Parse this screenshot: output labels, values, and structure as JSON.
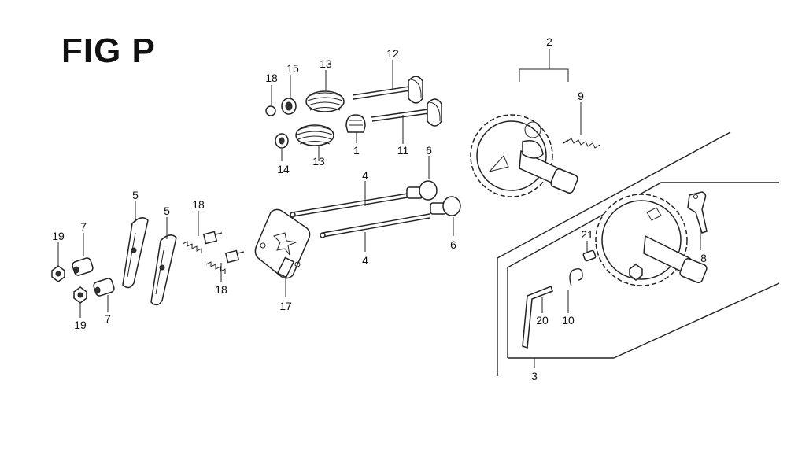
{
  "figure": {
    "title": "FIG P"
  },
  "callouts": [
    {
      "id": "c18a",
      "label": "18"
    },
    {
      "id": "c15",
      "label": "15"
    },
    {
      "id": "c13a",
      "label": "13"
    },
    {
      "id": "c12",
      "label": "12"
    },
    {
      "id": "c14",
      "label": "14"
    },
    {
      "id": "c13b",
      "label": "13"
    },
    {
      "id": "c1",
      "label": "1"
    },
    {
      "id": "c11",
      "label": "11"
    },
    {
      "id": "c2",
      "label": "2"
    },
    {
      "id": "c9",
      "label": "9"
    },
    {
      "id": "c6a",
      "label": "6"
    },
    {
      "id": "c4a",
      "label": "4"
    },
    {
      "id": "c6b",
      "label": "6"
    },
    {
      "id": "c4b",
      "label": "4"
    },
    {
      "id": "c5a",
      "label": "5"
    },
    {
      "id": "c5b",
      "label": "5"
    },
    {
      "id": "c18b",
      "label": "18"
    },
    {
      "id": "c18c",
      "label": "18"
    },
    {
      "id": "c19a",
      "label": "19"
    },
    {
      "id": "c7a",
      "label": "7"
    },
    {
      "id": "c19b",
      "label": "19"
    },
    {
      "id": "c7b",
      "label": "7"
    },
    {
      "id": "c17",
      "label": "17"
    },
    {
      "id": "c21",
      "label": "21"
    },
    {
      "id": "c8",
      "label": "8"
    },
    {
      "id": "c20",
      "label": "20"
    },
    {
      "id": "c10",
      "label": "10"
    },
    {
      "id": "c3",
      "label": "3"
    }
  ]
}
